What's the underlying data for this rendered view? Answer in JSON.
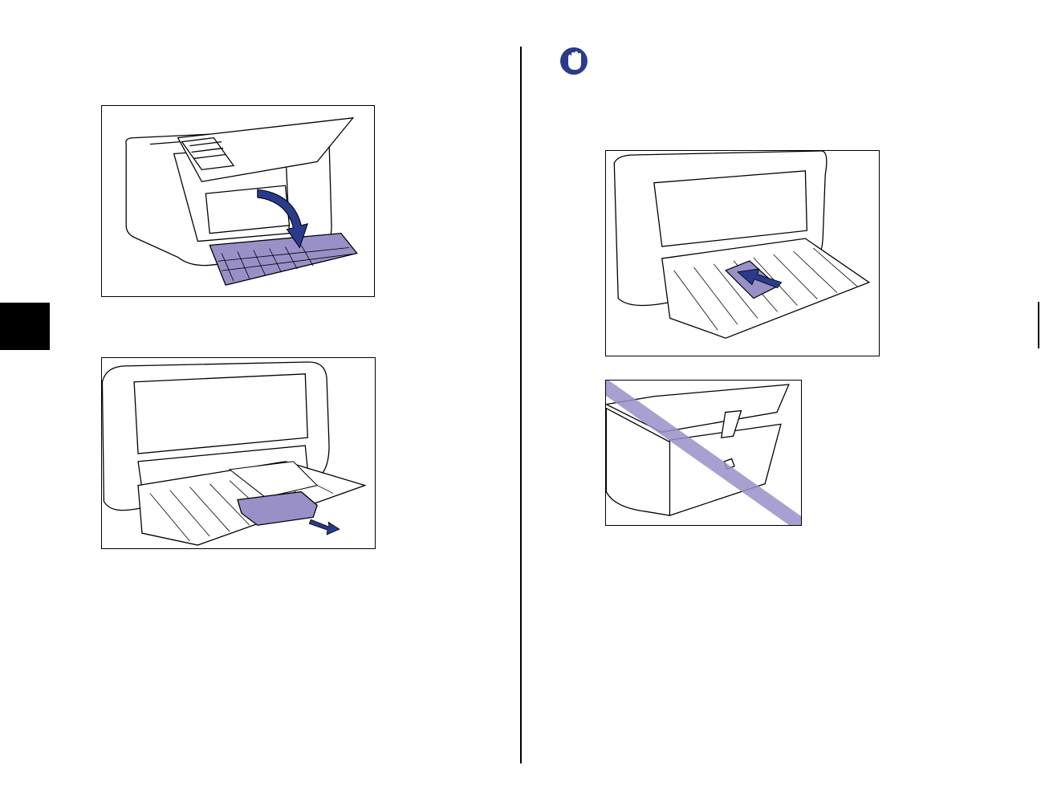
{
  "page": {
    "type": "printer manual page",
    "sections": [
      "left-column-procedure",
      "right-column-important-note"
    ]
  },
  "icons": {
    "important": "important-hand-icon"
  },
  "figures": [
    {
      "name": "figure-close-output-cover"
    },
    {
      "name": "figure-pull-out-tray-extension"
    },
    {
      "name": "figure-slide-paper-guide"
    },
    {
      "name": "figure-prohibited-action"
    }
  ],
  "colors": {
    "accent": "#9990c8",
    "arrow": "#2a3a8c",
    "tab": "#000000"
  }
}
